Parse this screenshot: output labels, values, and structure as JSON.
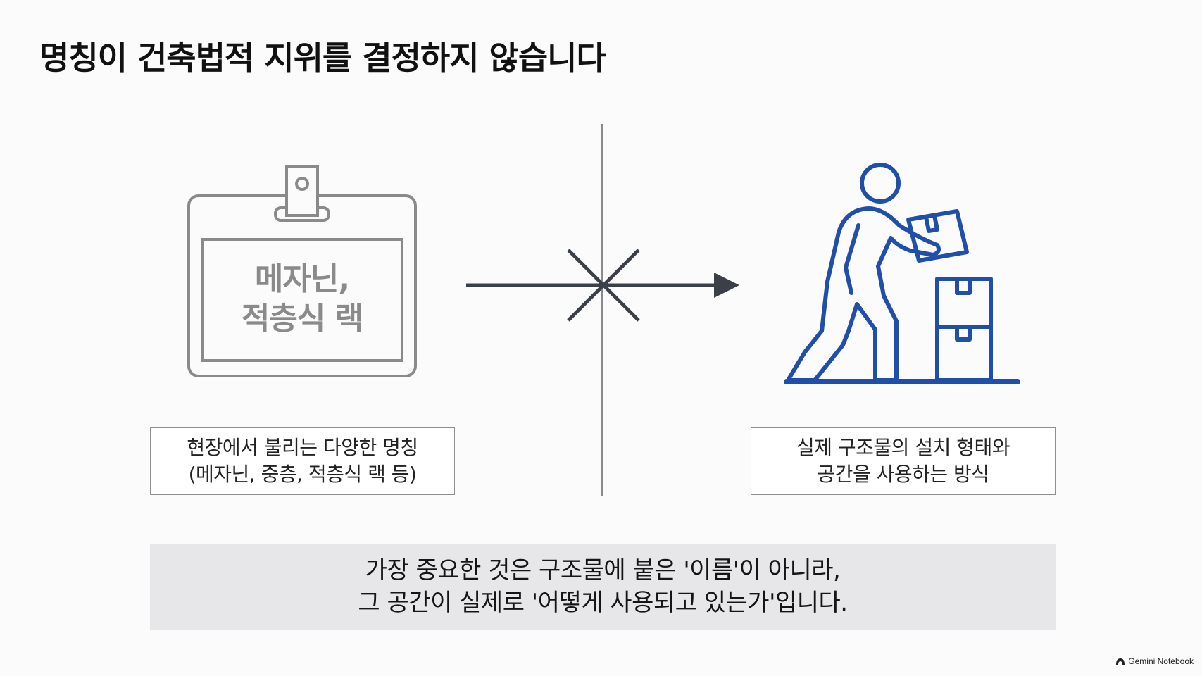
{
  "slide": {
    "title": "명칭이 건축법적 지위를 결정하지 않습니다",
    "left": {
      "badge_line1": "메자닌,",
      "badge_line2": "적층식 랙",
      "caption_line1": "현장에서 불리는 다양한 명칭",
      "caption_line2": "(메자닌, 중층, 적층식 랙 등)"
    },
    "right": {
      "caption_line1": "실제 구조물의 설치 형태와",
      "caption_line2": "공간을 사용하는 방식"
    },
    "banner": {
      "line1": "가장 중요한 것은 구조물에 붙은 '이름'이 아니라,",
      "line2": "그 공간이 실제로 '어떻게 사용되고 있는가'입니다."
    },
    "watermark": "Gemini Notebook"
  },
  "icons": {
    "badge": "id-badge-icon",
    "arrow": "crossed-arrow-icon",
    "worker": "worker-carrying-box-icon",
    "watermark": "gemini-logo-icon"
  },
  "colors": {
    "badge_gray": "#8a8a8a",
    "arrow_dark": "#3b4048",
    "worker_blue": "#1f4fa8",
    "banner_bg": "#e7e7e9"
  }
}
